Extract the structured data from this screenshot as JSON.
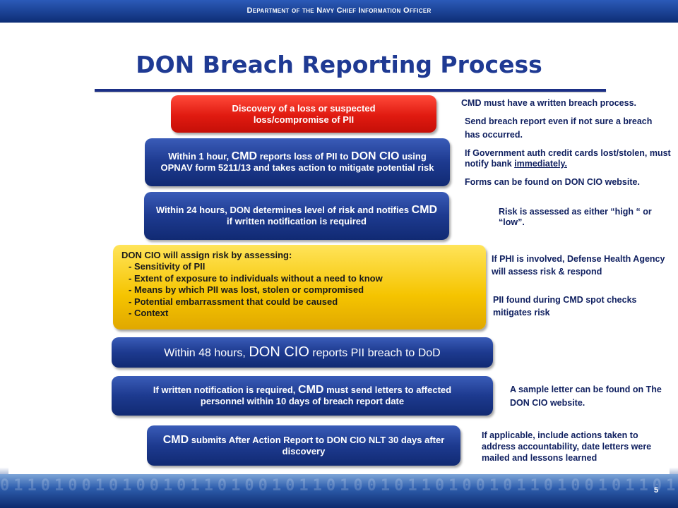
{
  "header": {
    "text": "Department of the Navy Chief Information Officer"
  },
  "title": "DON Breach Reporting Process",
  "steps": {
    "discovery": "Discovery of a loss or suspected loss/compromise of PII",
    "one_hour": {
      "part1": "Within 1 hour, ",
      "cmd": "CMD",
      "part2": " reports loss of PII to ",
      "doncio": "DON CIO",
      "part3": " using OPNAV form 5211/13 and takes action to mitigate potential risk"
    },
    "twentyfour_hours": {
      "part1": "Within 24 hours, DON determines level of risk and notifies ",
      "cmd": "CMD",
      "part2": " if written notification is required"
    },
    "assess": {
      "heading": "DON CIO will assign risk by assessing:",
      "items": [
        "-  Sensitivity of PII",
        "-  Extent of exposure to individuals without a need to know",
        "-  Means by which PII was lost, stolen or compromised",
        "-  Potential embarrassment that could be caused",
        "-  Context"
      ]
    },
    "fortyeight_hours": {
      "part1": "Within 48 hours, ",
      "doncio": "DON CIO",
      "part2": " reports PII breach to DoD"
    },
    "letters": {
      "part1": "If written notification is required, ",
      "cmd": "CMD",
      "part2": " must send letters to affected personnel within 10 days of breach report date"
    },
    "after_action": {
      "cmd": "CMD",
      "part1": " submits After Action Report to DON CIO NLT 30 days after discovery"
    }
  },
  "notes": {
    "written_process": "CMD must have a written breach process.",
    "send_report": "Send breach report even if not sure a breach has occurred.",
    "credit_cards_pre": "If Government auth credit cards lost/stolen, must notify bank ",
    "credit_cards_emph": "immediately.",
    "forms": "Forms can be found on DON CIO website.",
    "risk_levels": "Risk is assessed as either “high “ or “low”.",
    "phi": "If PHI is involved, Defense Health Agency will assess risk & respond",
    "spot_checks": "PII found during CMD spot checks mitigates risk",
    "sample_letter": "A sample letter can be found on The DON CIO website.",
    "after_action_note": "If applicable, include actions taken to address accountability, date letters were mailed and lessons learned"
  },
  "footer": {
    "page_number": "5",
    "digits": "0110100101001011010010110100101101001011010010110100"
  },
  "colors": {
    "title": "#1f3a93",
    "navy_box": "#1d3a8f",
    "red_box": "#e01a10",
    "gold_box": "#f5c400"
  }
}
